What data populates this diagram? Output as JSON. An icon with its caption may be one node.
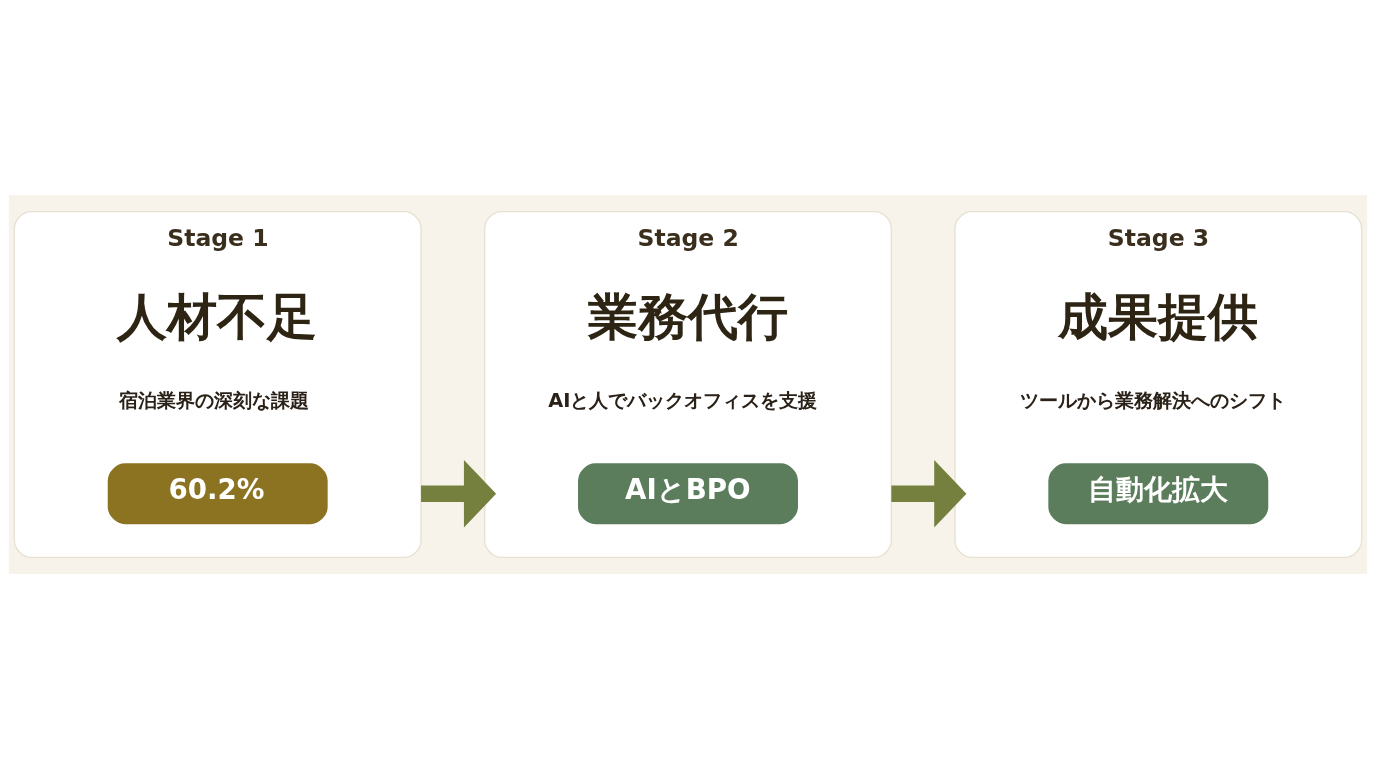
{
  "diagram": {
    "nodes": [
      {
        "text": [
          "Stage 1",
          "人材不足",
          "宿泊業界の深刻な課題"
        ]
      },
      {
        "text": [
          "60.2%"
        ],
        "in": 0
      },
      {
        "text": [
          "Stage 2",
          "業務代行",
          "AIと人でバックオフィスを支援"
        ]
      },
      {
        "text": [
          "AIとBPO"
        ],
        "in": 2
      },
      {
        "text": [
          "Stage 3",
          "成果提供",
          "ツールから業務解決へのシフト"
        ]
      },
      {
        "text": [
          "自動化拡大"
        ],
        "in": 4
      }
    ],
    "edges": [
      {
        "from": 0,
        "to": 2,
        "arrow": "to"
      },
      {
        "from": 2,
        "to": 4,
        "arrow": "to"
      }
    ]
  }
}
